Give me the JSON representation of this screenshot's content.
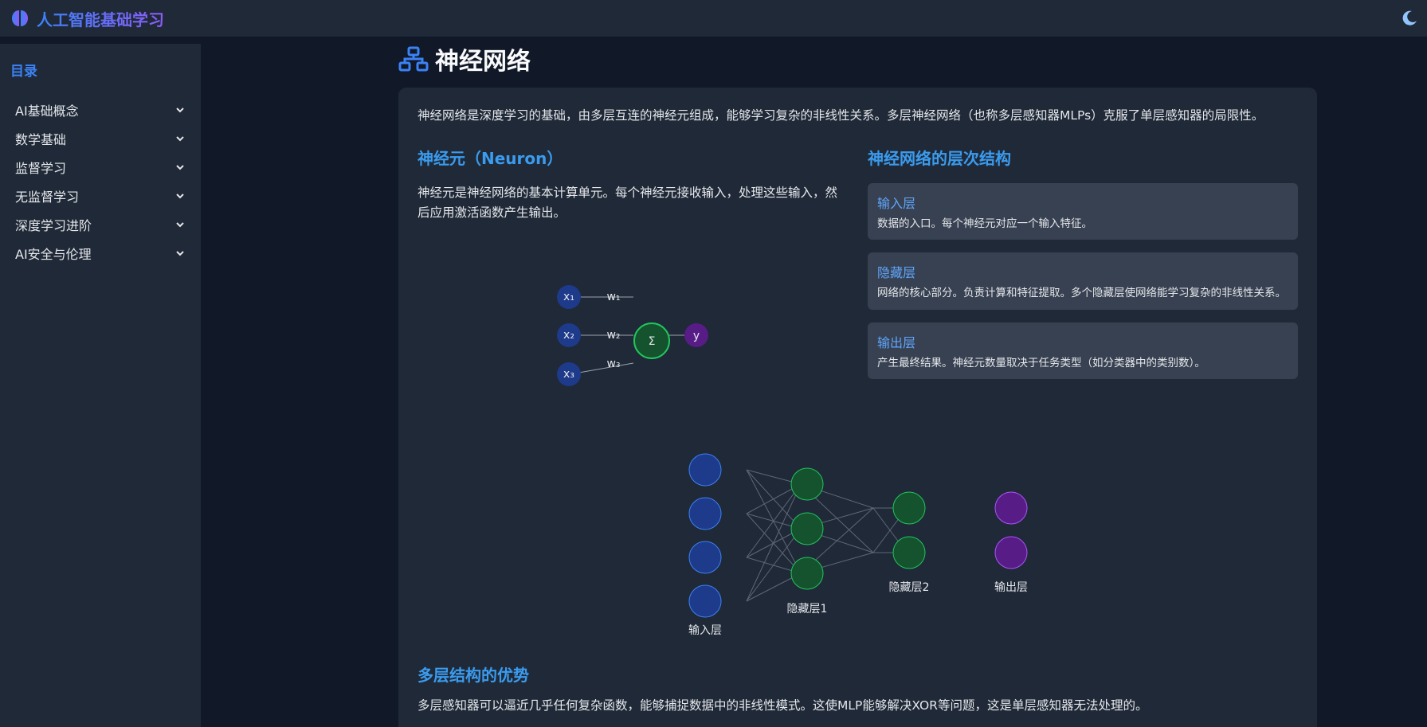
{
  "header": {
    "app_title": "人工智能基础学习",
    "brand_icon": "brain-icon",
    "theme_icon": "moon-icon"
  },
  "sidebar": {
    "title": "目录",
    "items": [
      {
        "label": "AI基础概念"
      },
      {
        "label": "数学基础"
      },
      {
        "label": "监督学习"
      },
      {
        "label": "无监督学习"
      },
      {
        "label": "深度学习进阶"
      },
      {
        "label": "AI安全与伦理"
      }
    ]
  },
  "page": {
    "icon": "network-icon",
    "title": "神经网络",
    "intro": "神经网络是深度学习的基础，由多层互连的神经元组成，能够学习复杂的非线性关系。多层神经网络（也称多层感知器MLPs）克服了单层感知器的局限性。",
    "neuron": {
      "title": "神经元（Neuron）",
      "desc": "神经元是神经网络的基本计算单元。每个神经元接收输入，处理这些输入，然后应用激活函数产生输出。",
      "diagram": {
        "inputs": [
          "x₁",
          "x₂",
          "x₃"
        ],
        "weights": [
          "w₁",
          "w₂",
          "w₃"
        ],
        "sum_label": "Σ",
        "output_label": "y"
      }
    },
    "layers": {
      "title": "神经网络的层次结构",
      "items": [
        {
          "title": "输入层",
          "desc": "数据的入口。每个神经元对应一个输入特征。"
        },
        {
          "title": "隐藏层",
          "desc": "网络的核心部分。负责计算和特征提取。多个隐藏层使网络能学习复杂的非线性关系。"
        },
        {
          "title": "输出层",
          "desc": "产生最终结果。神经元数量取决于任务类型（如分类器中的类别数）。"
        }
      ]
    },
    "network": {
      "layers": [
        {
          "label": "输入层",
          "count": 4,
          "color": "#1e3a8a"
        },
        {
          "label": "隐藏层1",
          "count": 3,
          "color": "#14532d"
        },
        {
          "label": "隐藏层2",
          "count": 2,
          "color": "#14532d"
        },
        {
          "label": "输出层",
          "count": 2,
          "color": "#581c87"
        }
      ]
    },
    "advantages": {
      "title": "多层结构的优势",
      "desc": "多层感知器可以逼近几乎任何复杂函数，能够捕捉数据中的非线性模式。这使MLP能够解决XOR等问题，这是单层感知器无法处理的。"
    }
  }
}
